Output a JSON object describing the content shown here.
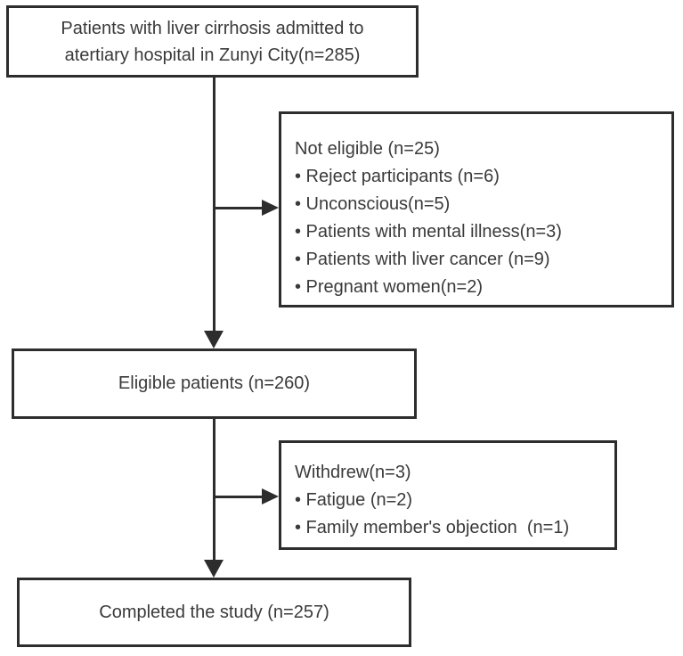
{
  "flowchart": {
    "colors": {
      "border": "#2d2d2d",
      "text": "#3a3a3a",
      "background": "#ffffff"
    },
    "boxes": {
      "admitted": {
        "line1": "Patients with liver cirrhosis admitted to",
        "line2": "atertiary hospital in Zunyi City(n=285)"
      },
      "not_eligible": {
        "title": "Not eligible (n=25)",
        "items": [
          "• Reject participants (n=6)",
          "• Unconscious(n=5)",
          "• Patients with mental illness(n=3)",
          "• Patients with liver cancer (n=9)",
          "• Pregnant women(n=2)"
        ]
      },
      "eligible": {
        "label": "Eligible patients (n=260)"
      },
      "withdrew": {
        "title": "Withdrew(n=3)",
        "items": [
          "• Fatigue (n=2)",
          "• Family member's objection  (n=1)"
        ]
      },
      "completed": {
        "label": "Completed the study (n=257)"
      }
    }
  }
}
